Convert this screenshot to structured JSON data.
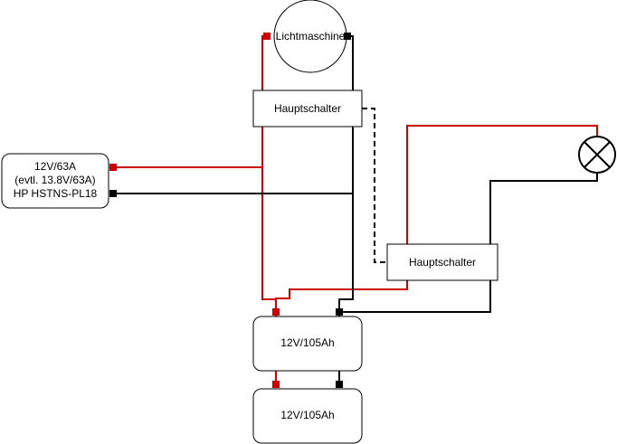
{
  "diagram": {
    "generator": {
      "label": "Lichtmaschine"
    },
    "main_switch_top": {
      "label": "Hauptschalter"
    },
    "main_switch_bottom": {
      "label": "Hauptschalter"
    },
    "power_supply": {
      "lines": [
        "12V/63A",
        "(evtl. 13.8V/63A)",
        "HP HSTNS-PL18"
      ]
    },
    "battery_1": {
      "label": "12V/105Ah"
    },
    "battery_2": {
      "label": "12V/105Ah"
    },
    "colors": {
      "positive": "#cc0000",
      "negative": "#000000",
      "outline": "#000000",
      "background": "#ffffff"
    },
    "icons": {
      "lamp": "lamp-icon"
    }
  }
}
